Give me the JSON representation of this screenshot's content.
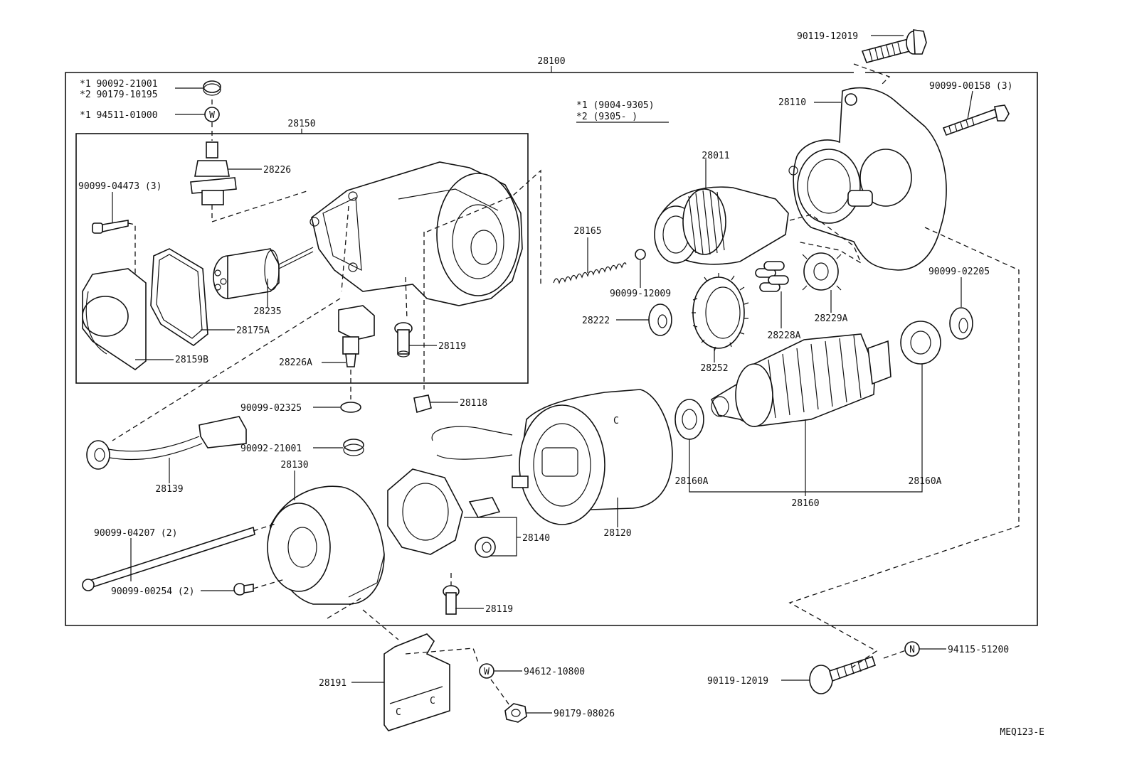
{
  "diagram": {
    "doc_code": "MEQ123-E",
    "notes": {
      "n1": "*1  (9004-9305)",
      "n2": "*2  (9305-     )"
    },
    "labels": {
      "l28100": "28100",
      "l90119a": "90119-12019",
      "l90099_158": "90099-00158 (3)",
      "l28110": "28110",
      "l28150": "28150",
      "l90092a": "*1 90092-21001",
      "l90179_195": "*2 90179-10195",
      "l94511": "*1 94511-01000",
      "l28226": "28226",
      "l90099_04473": "90099-04473 (3)",
      "l28235": "28235",
      "l28175a": "28175A",
      "l28159b": "28159B",
      "l28226a": "28226A",
      "l28119a": "28119",
      "l28011": "28011",
      "l28165": "28165",
      "l90099_12009": "90099-12009",
      "l28222": "28222",
      "l28252": "28252",
      "l28228a": "28228A",
      "l28229a": "28229A",
      "l90099_02205": "90099-02205",
      "l90099_02325": "90099-02325",
      "l90092b": "90092-21001",
      "l28118": "28118",
      "l28139": "28139",
      "l28130": "28130",
      "l28140": "28140",
      "l28120": "28120",
      "l28160a1": "28160A",
      "l28160": "28160",
      "l28160a2": "28160A",
      "l90099_04207": "90099-04207 (2)",
      "l90099_00254": "90099-00254 (2)",
      "l28119b": "28119",
      "l28191": "28191",
      "l94612": "94612-10800",
      "l90179_08026": "90179-08026",
      "l94115": "94115-51200",
      "l90119b": "90119-12019"
    },
    "marks": {
      "washer_w": "W",
      "nut_n": "N",
      "field_c": "C",
      "bracket_c": "C"
    }
  }
}
